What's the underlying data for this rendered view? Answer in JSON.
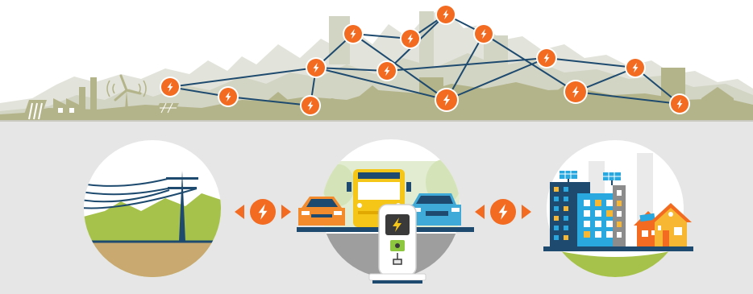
{
  "colors": {
    "background": "#ffffff",
    "lower_panel": "#e6e6e6",
    "ground_line": "#c9c9bf",
    "landscape_light": "#e2e3da",
    "landscape_mid": "#d2d4c4",
    "landscape_olive": "#b4b48a",
    "network_line": "#1d4a6e",
    "node_orange": "#f26b21",
    "node_white": "#ffffff",
    "grass": "#a6c24b",
    "road": "#1d4a6e",
    "charger_white": "#ffffff",
    "charger_screen": "#3a3a3a",
    "charger_bolt": "#f5c518",
    "charger_port": "#8dc63f",
    "school_bus": "#f5c518",
    "car_orange": "#f38a2c",
    "car_blue": "#3fa9d8",
    "building_navy": "#1d4a6e",
    "building_blue": "#29a8e0",
    "building_gray": "#8c8c8c",
    "house_yellow": "#f7b733",
    "house_orange": "#f26b21",
    "solar_panel": "#29a8e0"
  },
  "icons": {
    "network_node": "lightning-bolt-icon",
    "bidirectional_arrow": "double-arrow-bolt-icon",
    "sources": [
      "dam-icon",
      "factory-icon",
      "wind-turbine-icon",
      "solar-panel-icon"
    ]
  },
  "scenes": [
    {
      "name": "power-grid-scene"
    },
    {
      "name": "ev-charging-scene"
    },
    {
      "name": "buildings-scene"
    }
  ],
  "network": {
    "nodes": [
      {
        "id": "n1"
      },
      {
        "id": "n2"
      },
      {
        "id": "n3"
      },
      {
        "id": "n4"
      },
      {
        "id": "n5"
      },
      {
        "id": "n6"
      },
      {
        "id": "n7"
      },
      {
        "id": "n8"
      },
      {
        "id": "n9"
      },
      {
        "id": "n10"
      },
      {
        "id": "n11"
      },
      {
        "id": "n12"
      },
      {
        "id": "n13"
      },
      {
        "id": "n14"
      }
    ],
    "edges": [
      [
        "n1",
        "n2"
      ],
      [
        "n2",
        "n3"
      ],
      [
        "n1",
        "n4"
      ],
      [
        "n4",
        "n3"
      ],
      [
        "n4",
        "n5"
      ],
      [
        "n5",
        "n6"
      ],
      [
        "n6",
        "n7"
      ],
      [
        "n7",
        "n8"
      ],
      [
        "n7",
        "n9"
      ],
      [
        "n4",
        "n10"
      ],
      [
        "n4",
        "n9"
      ],
      [
        "n10",
        "n11"
      ],
      [
        "n9",
        "n11"
      ],
      [
        "n8",
        "n10"
      ],
      [
        "n8",
        "n12"
      ],
      [
        "n12",
        "n13"
      ],
      [
        "n13",
        "n14"
      ],
      [
        "n11",
        "n13"
      ],
      [
        "n12",
        "n14"
      ],
      [
        "n5",
        "n10"
      ]
    ]
  }
}
